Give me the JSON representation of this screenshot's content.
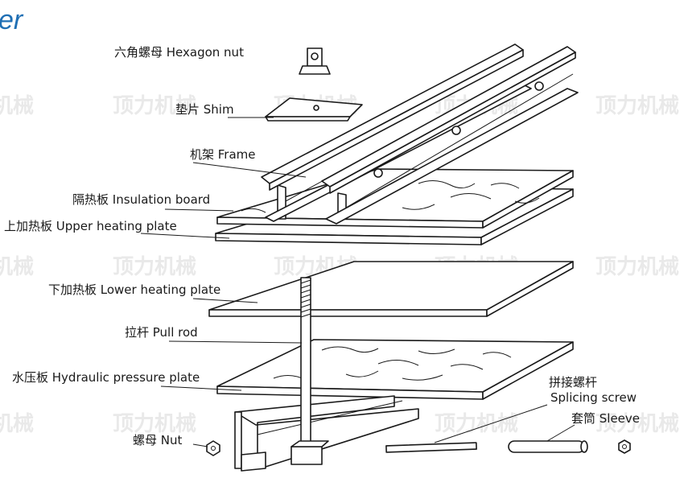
{
  "header": {
    "fragment": "er"
  },
  "watermark": {
    "text": "顶力机械",
    "fragment": "机械"
  },
  "labels": {
    "hexagon_nut": "六角螺母 Hexagon nut",
    "shim": "垫片 Shim",
    "frame": "机架 Frame",
    "insulation_board": "隔热板 Insulation board",
    "upper_heating_plate": "上加热板 Upper heating plate",
    "lower_heating_plate": "下加热板 Lower heating plate",
    "pull_rod": "拉杆 Pull rod",
    "hydraulic_pressure_plate": "水压板 Hydraulic pressure plate",
    "splicing_screw_cn": "拼接螺杆",
    "splicing_screw_en": "Splicing screw",
    "sleeve": "套筒 Sleeve",
    "nut": "螺母 Nut"
  },
  "colors": {
    "header": "#1f6fb4",
    "ink": "#1a1a1a",
    "watermark": "#d8d8d8"
  }
}
